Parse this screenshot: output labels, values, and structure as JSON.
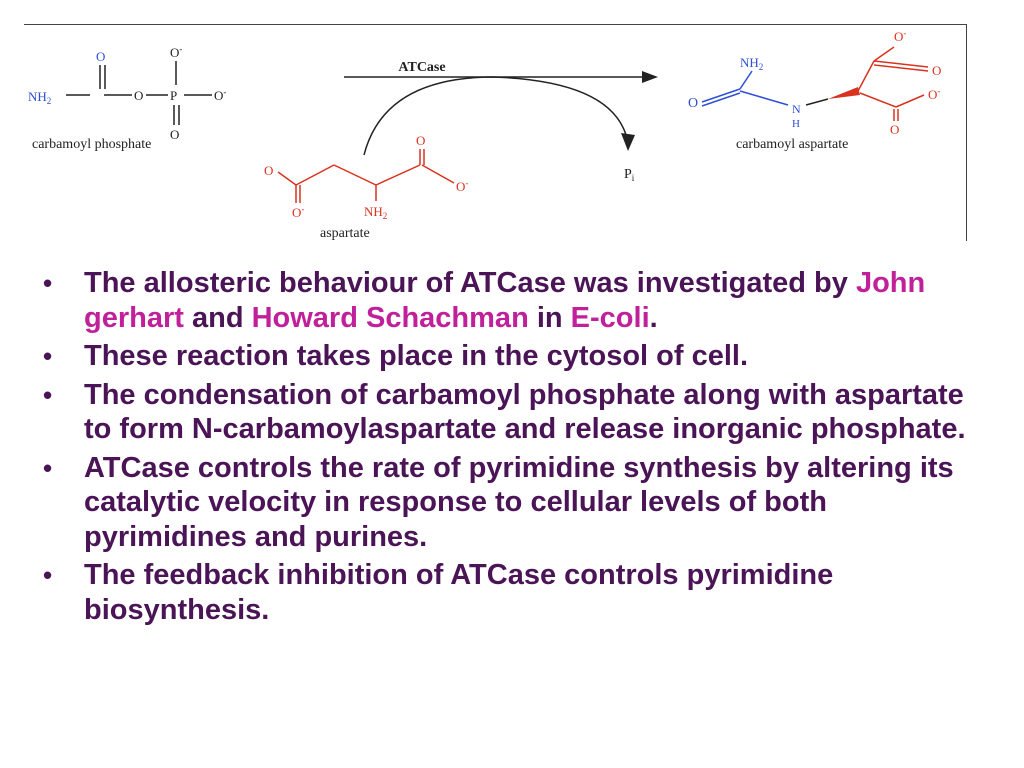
{
  "diagram": {
    "enzyme": "ATCase",
    "reactant1": {
      "label": "carbamoyl phosphate",
      "amine": "NH",
      "amine_sub": "2",
      "oxygen": "O",
      "phosphorus": "P",
      "o_minus": "O",
      "minus": "-"
    },
    "reactant2": {
      "label": "aspartate",
      "amine": "NH",
      "amine_sub": "2",
      "oxygen": "O",
      "minus": "-"
    },
    "byproduct": {
      "symbol": "P",
      "sub": "i"
    },
    "product": {
      "label": "carbamoyl aspartate",
      "amine": "NH",
      "amine_sub": "2",
      "nitrogen": "N",
      "hydrogen": "H",
      "oxygen": "O",
      "minus": "-"
    },
    "colors": {
      "oxygen_nitrogen": "#2f4fd6",
      "aspartate": "#d9321f",
      "carbon": "#222222"
    }
  },
  "bullets": [
    {
      "parts": [
        {
          "text": "The allosteric behaviour of ATCase was investigated by ",
          "highlight": false
        },
        {
          "text": "John gerhart",
          "highlight": true
        },
        {
          "text": " and ",
          "highlight": false
        },
        {
          "text": "Howard Schachman",
          "highlight": true
        },
        {
          "text": " in ",
          "highlight": false
        },
        {
          "text": "E-coli",
          "highlight": true
        },
        {
          "text": ".",
          "highlight": false
        }
      ]
    },
    {
      "parts": [
        {
          "text": "These reaction takes place in the cytosol of cell.",
          "highlight": false
        }
      ]
    },
    {
      "parts": [
        {
          "text": "The condensation of carbamoyl phosphate along with aspartate to form N-carbamoylaspartate and release inorganic phosphate.",
          "highlight": false
        }
      ]
    },
    {
      "parts": [
        {
          "text": "ATCase controls the rate of pyrimidine synthesis by altering its catalytic velocity in response to cellular levels of both pyrimidines and purines.",
          "highlight": false
        }
      ]
    },
    {
      "parts": [
        {
          "text": "The feedback inhibition of ATCase controls pyrimidine biosynthesis.",
          "highlight": false
        }
      ]
    }
  ],
  "bullet_glyph": "•",
  "colors": {
    "text": "#4a1456",
    "highlight": "#c0219b",
    "frame": "#444444"
  }
}
